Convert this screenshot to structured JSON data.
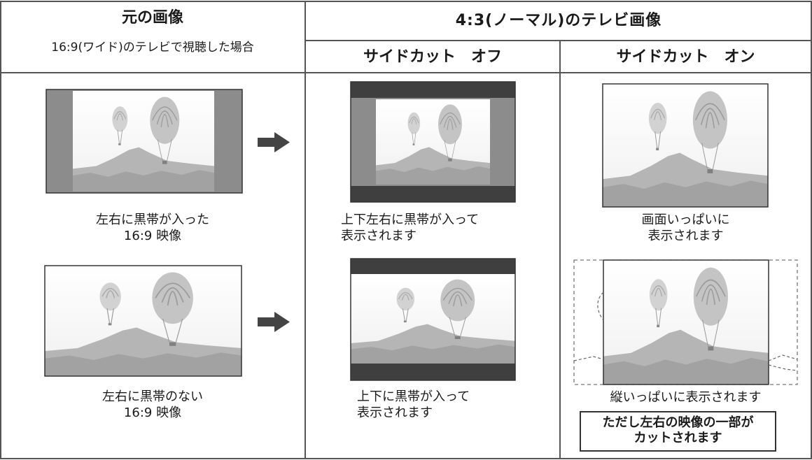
{
  "headers": {
    "original_title": "元の画像",
    "original_subtitle": "16:9(ワイド)のテレビで視聴した場合",
    "tv43_title": "4:3(ノーマル)のテレビ画像",
    "side_cut_off": "サイドカット　オフ",
    "side_cut_on": "サイドカット　オン"
  },
  "row1": {
    "original_caption": "左右に黒帯が入った\n16:9 映像",
    "off_caption": "上下左右に黒帯が入って\n表示されます",
    "on_caption": "画面いっぱいに\n表示されます"
  },
  "row2": {
    "original_caption": "左右に黒帯のない\n16:9 映像",
    "off_caption": "上下に黒帯が入って\n表示されます",
    "on_caption": "縦いっぱいに表示されます",
    "on_note": "ただし左右の映像の一部が\nカットされます"
  },
  "colors": {
    "border": "#555555",
    "letterbox_dark": "#3f3f3f",
    "pillar_gray": "#8c8c8c",
    "arrow": "#444444"
  }
}
